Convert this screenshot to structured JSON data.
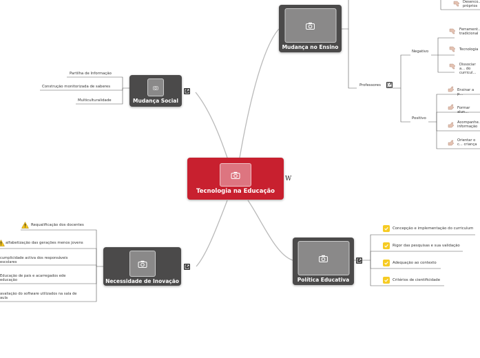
{
  "central": {
    "title": "Tecnologia na Educação"
  },
  "w_mark": "W",
  "branches": {
    "mudanca_social": {
      "title": "Mudança Social",
      "items": [
        "Partilha de Informação",
        "Construção monitorizada de saberes",
        "Multiculturalidade"
      ]
    },
    "mudanca_ensino": {
      "title": "Mudança no Ensino",
      "top_item": "Desenco... próprios",
      "professores": "Professores",
      "negativo": "Negativo",
      "negativo_items": [
        "Ferrament... tradicional",
        "Tecnologia",
        "Dissociar a... do curricul..."
      ],
      "positivo": "Positivo",
      "positivo_items": [
        "Ensinar a p...",
        "Formar alun...",
        "Acompanhe... informação",
        "Orientar o c... criança"
      ]
    },
    "necessidade": {
      "title": "Necessidade de Inovação",
      "items": [
        "Requalificação dos docentes",
        "alfabetização das gerações menos jovens",
        "cumplicidade activa dos responsáveis escolares",
        "Educação de pais e acarregados ede educação",
        "avaliação do software utilizados na sala de aula"
      ]
    },
    "politica": {
      "title": "Política Educativa",
      "items": [
        "Concepção e implementação do curriculum",
        "Rigor das pesquisas e sua validação",
        "Adequação ao contexto",
        "Critérios de cientificidade"
      ]
    }
  },
  "colors": {
    "central": "#c8202f",
    "branch": "#4b4a4a",
    "line": "#b3b3b3",
    "check": "#f6cb23"
  }
}
